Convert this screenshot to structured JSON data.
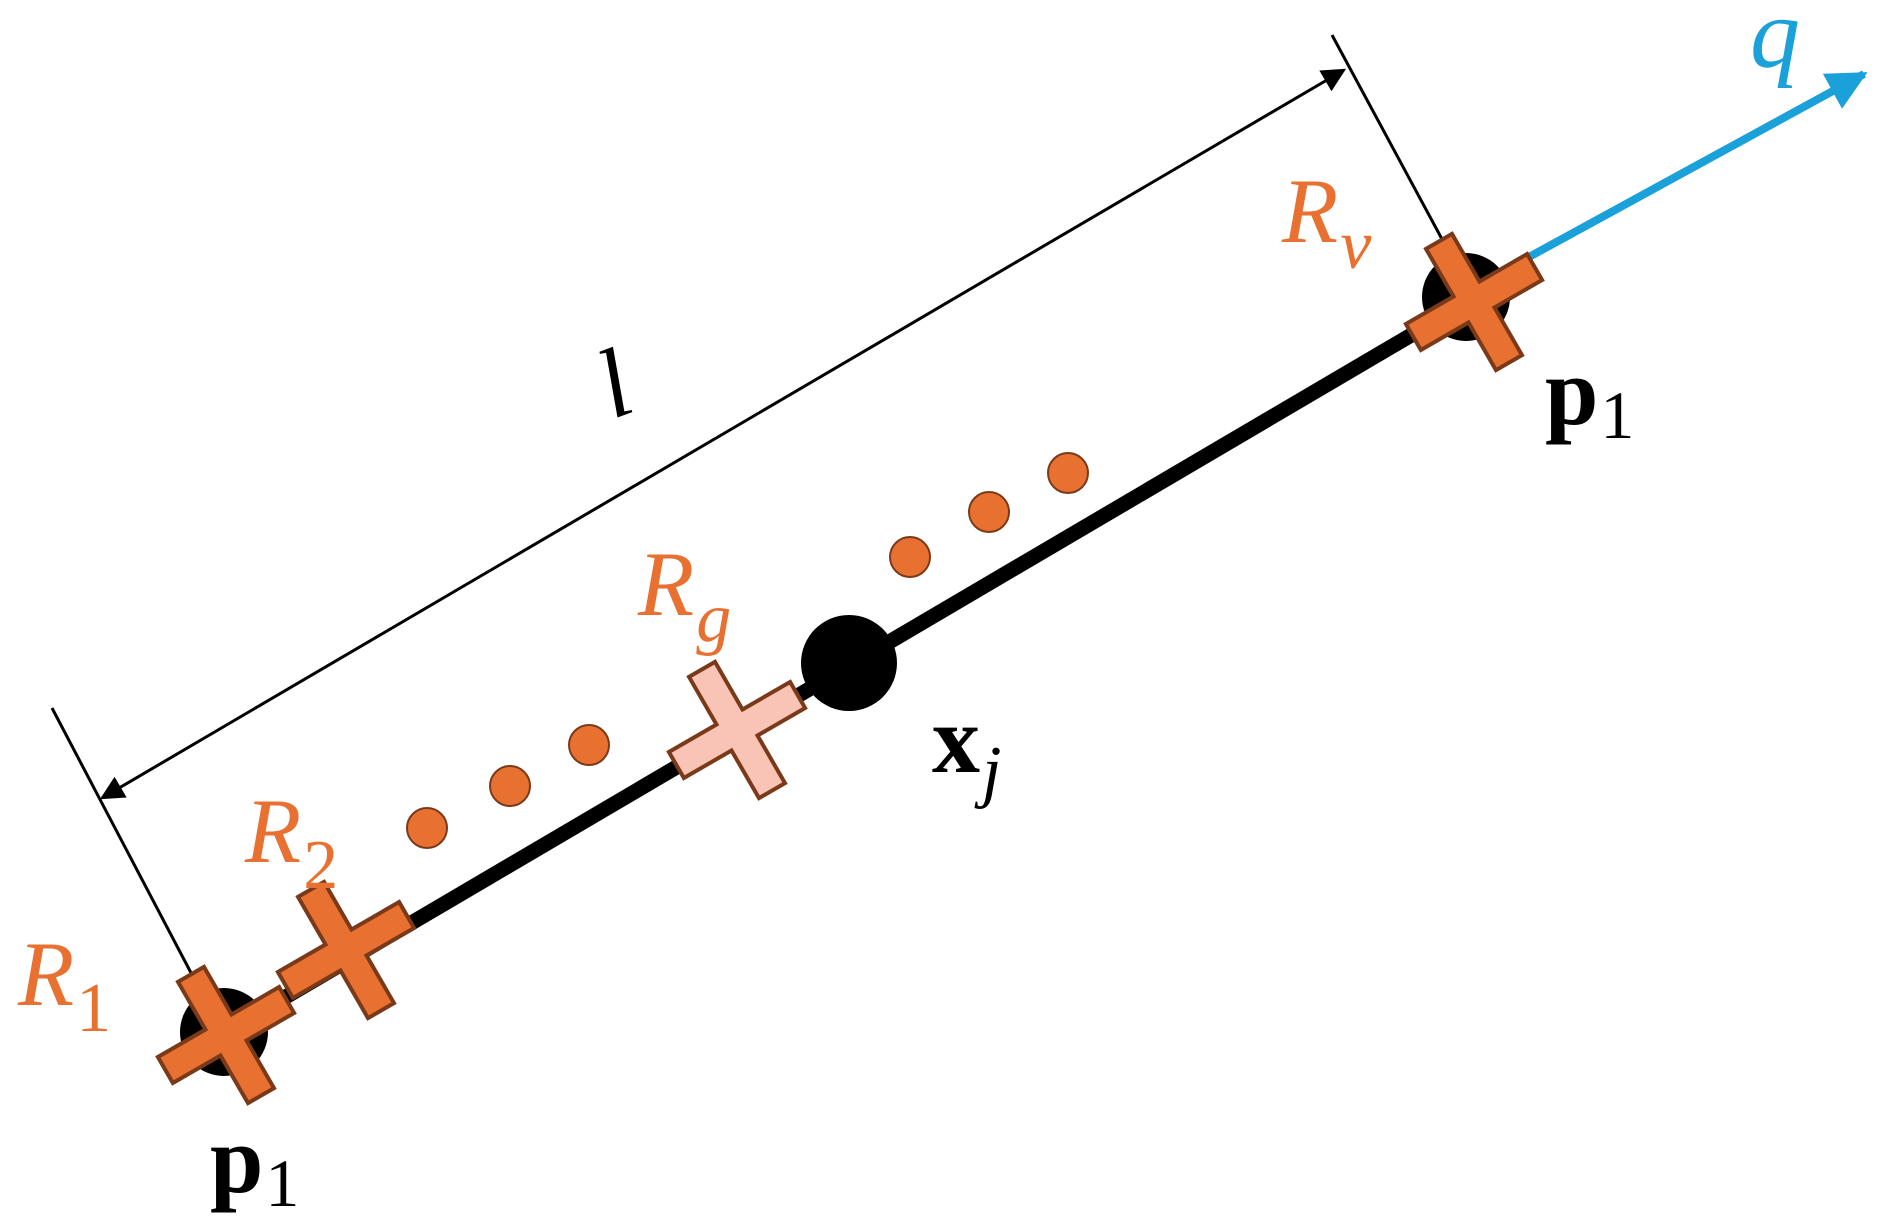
{
  "labels": {
    "length": "l",
    "flow": "q",
    "endpoint_left_main": "p",
    "endpoint_left_sub": "1",
    "endpoint_right_main": "p",
    "endpoint_right_sub": "1",
    "center_main": "x",
    "center_sub": "j",
    "r1_main": "R",
    "r1_sub": "1",
    "r2_main": "R",
    "r2_sub": "2",
    "rg_main": "R",
    "rg_sub": "g",
    "rv_main": "R",
    "rv_sub": "v"
  },
  "colors": {
    "segment": "#000000",
    "receiver": "#E87131",
    "receiver_outline": "#7A3A1A",
    "highlight_receiver": "#F9C4B6",
    "highlight_outline": "#7A3A1A",
    "flow": "#1BA1DA",
    "dots": "#E87131"
  }
}
